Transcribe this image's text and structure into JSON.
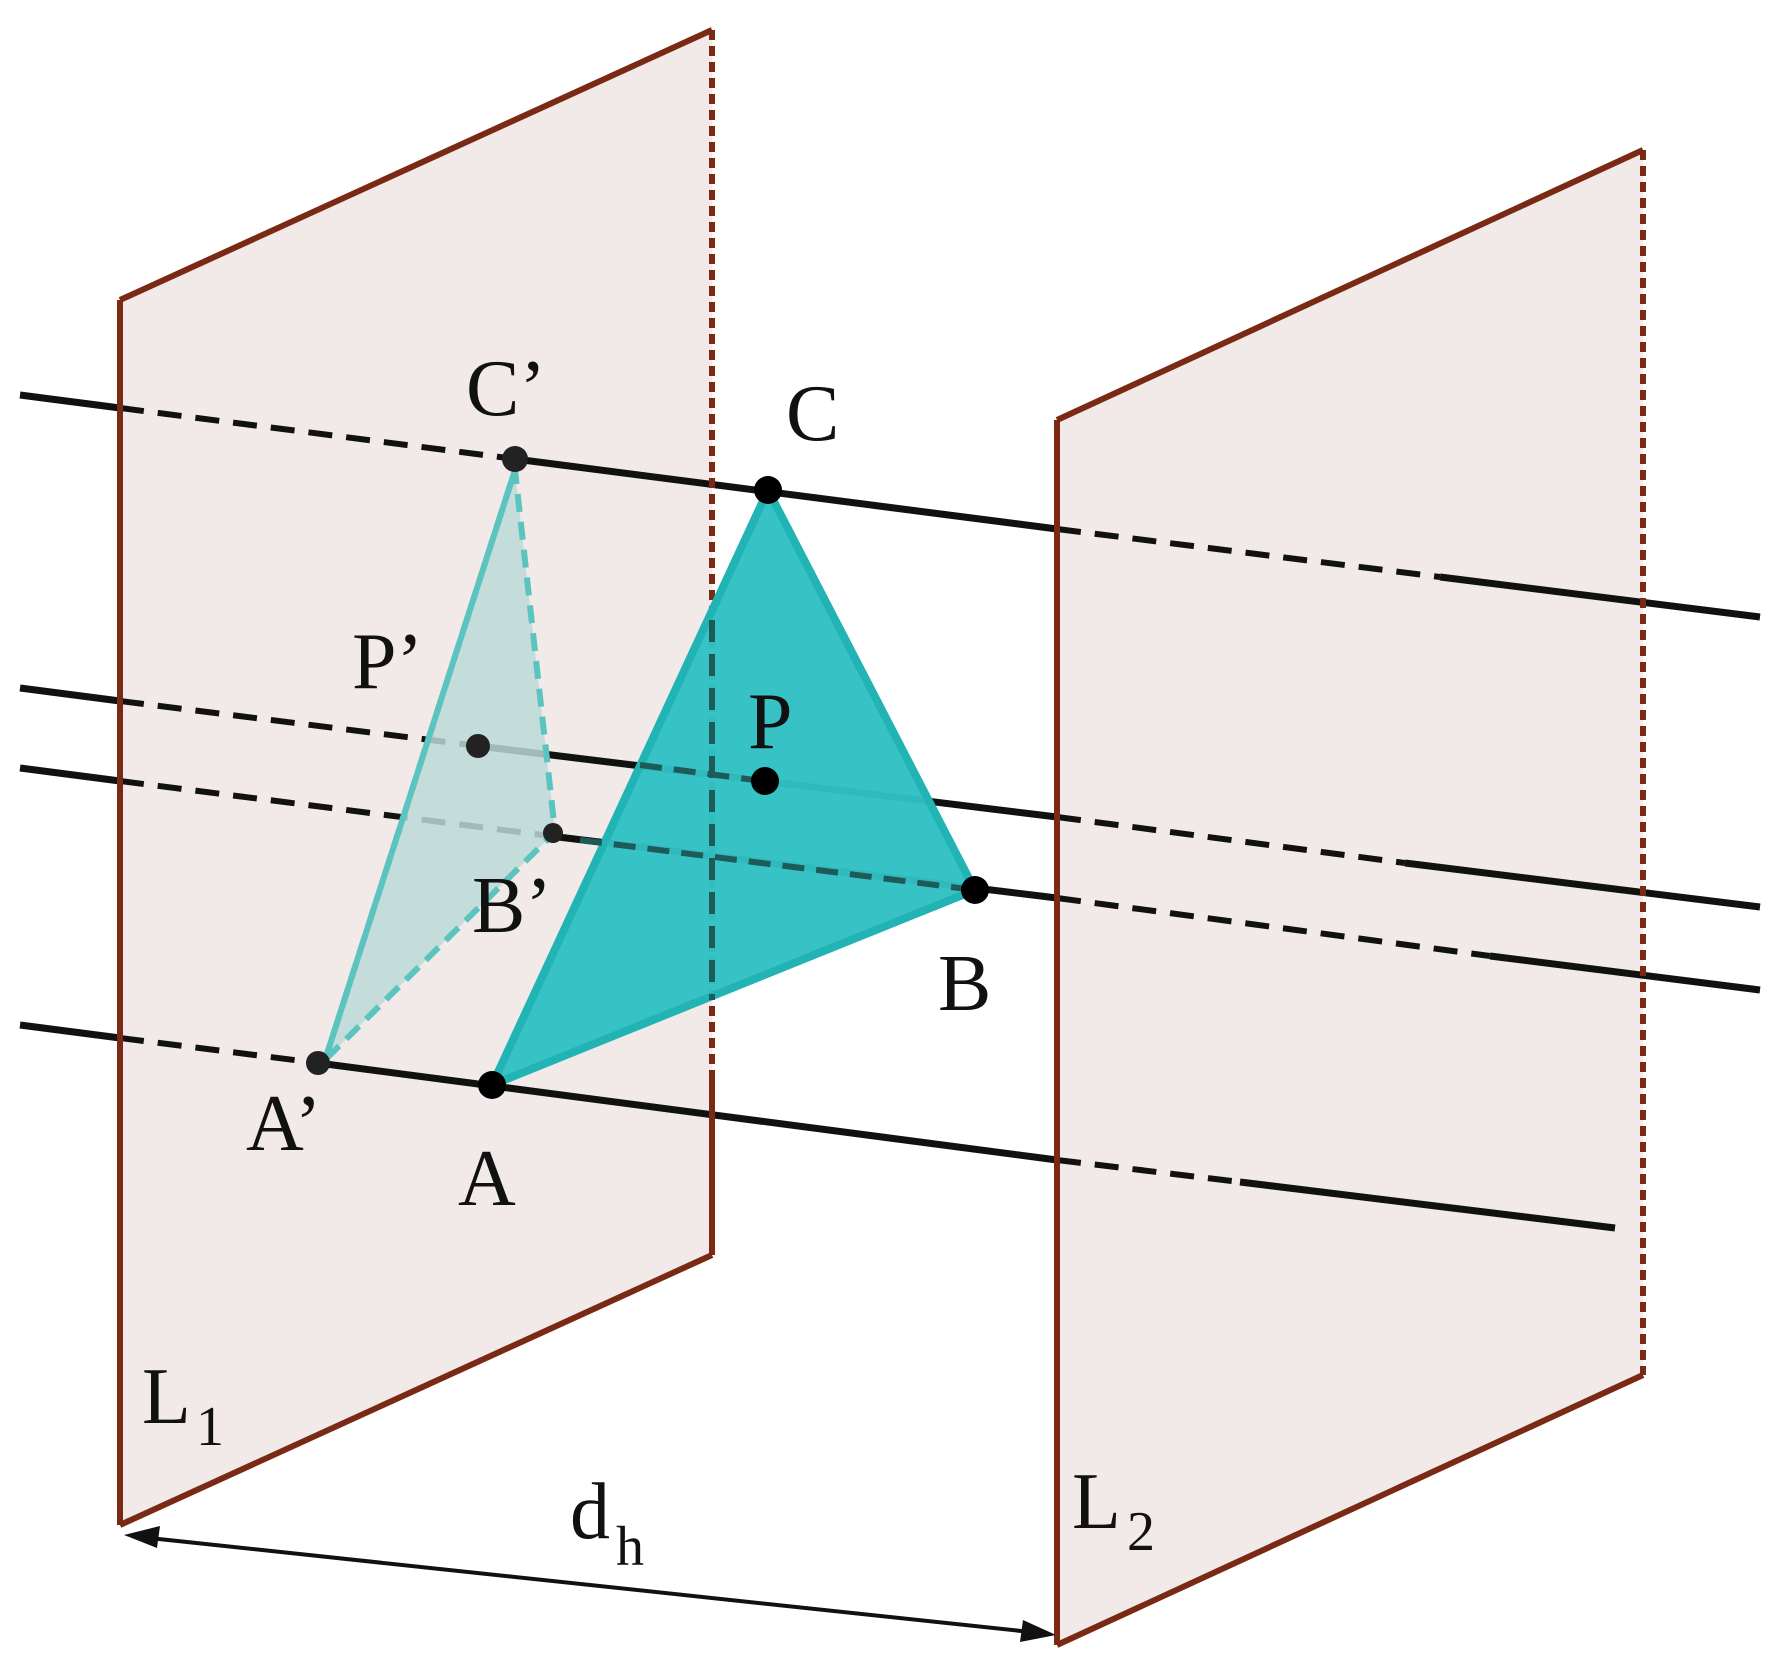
{
  "colors": {
    "plane_fill": "#f1eae8",
    "plane_edge": "#7a2a14",
    "ray": "#111111",
    "triangle_fill": "#31c1c3",
    "triangle_edge": "#22b3b5",
    "projection_fill": "#bcd9d7",
    "projection_edge": "#5bc3c0"
  },
  "planes": {
    "first": {
      "letter": "L",
      "subscript": "1"
    },
    "second": {
      "letter": "L",
      "subscript": "2"
    }
  },
  "distance": {
    "letter": "d",
    "subscript": "h"
  },
  "points": {
    "A": "A",
    "B": "B",
    "C": "C",
    "P": "P",
    "A_prime": "A’",
    "B_prime": "B’",
    "C_prime": "C’",
    "P_prime": "P’"
  }
}
